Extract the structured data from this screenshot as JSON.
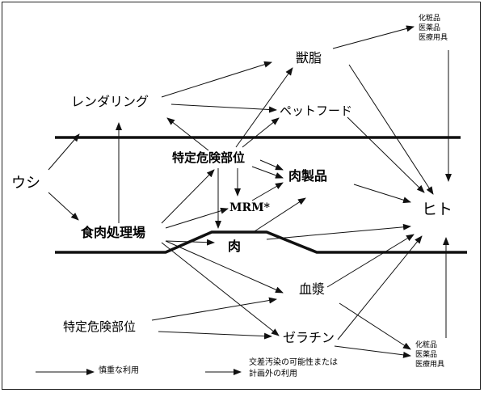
{
  "nodes": {
    "ushi": "ウシ",
    "rendering": "レンダリング",
    "jushi": "獣脂",
    "petfood": "ペットフード",
    "tokutei_top": "特定危険部位",
    "niku_seihin": "肉製品",
    "mrm": "MRM*",
    "hito": "ヒト",
    "shokuniku": "食肉処理場",
    "niku": "肉",
    "kesshou": "血漿",
    "tokutei_bottom": "特定危険部位",
    "gelatin": "ゼラチン"
  },
  "cosmetics_top": [
    "化粧品",
    "医薬品",
    "医療用具"
  ],
  "cosmetics_bottom": [
    "化粧品",
    "医薬品",
    "医療用具"
  ],
  "legend": {
    "careful_use": "慎重な利用",
    "contamination_line1": "交差汚染の可能性または",
    "contamination_line2": "計画外の利用"
  }
}
